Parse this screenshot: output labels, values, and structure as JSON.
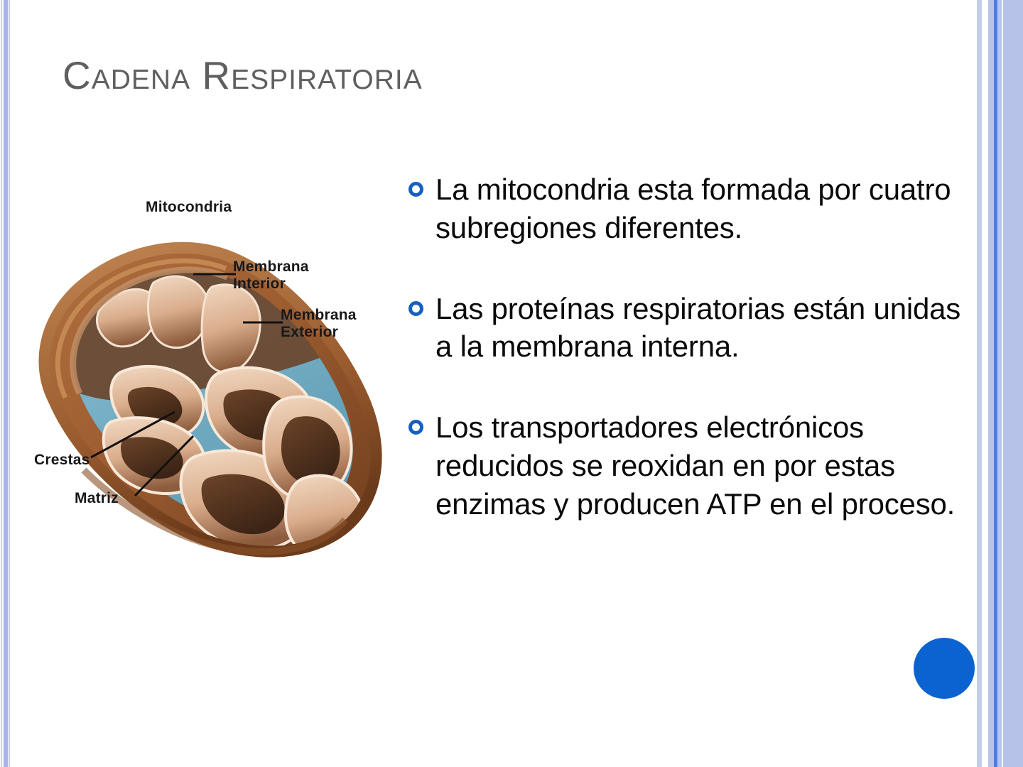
{
  "slide": {
    "title": "Cadena Respiratoria",
    "background_color": "#ffffff",
    "title_color": "#5f5f5f",
    "accent_color": "#1560c0",
    "decoration_circle_color": "#0b63d2",
    "edge_stripe_colors": [
      "#aab4e4",
      "#c9d2ef",
      "#4d7fd4",
      "#b7c2e8"
    ]
  },
  "figure": {
    "alt": "Diagrama en corte de una mitocondria",
    "labels": {
      "title": "Mitocondria",
      "inner_membrane": "Membrana\nInterior",
      "outer_membrane": "Membrana\nExterior",
      "cristae": "Crestas",
      "matrix": "Matriz"
    },
    "colors": {
      "outer_membrane": "#a8653a",
      "outer_membrane_dark": "#7c421f",
      "cristae_light": "#e7c3a7",
      "cristae_shadow": "#5d3a28",
      "matrix": "#74aec4",
      "matrix_light": "#8fc3d6"
    }
  },
  "bullets": [
    {
      "marker": "circle-outline-bullet",
      "text": "La mitocondria esta formada por cuatro subregiones diferentes."
    },
    {
      "marker": "circle-outline-bullet",
      "text": "Las proteínas respiratorias están unidas a la membrana interna."
    },
    {
      "marker": "circle-outline-bullet",
      "text": "Los transportadores electrónicos reducidos se reoxidan en por estas enzimas y producen ATP en el proceso."
    }
  ]
}
